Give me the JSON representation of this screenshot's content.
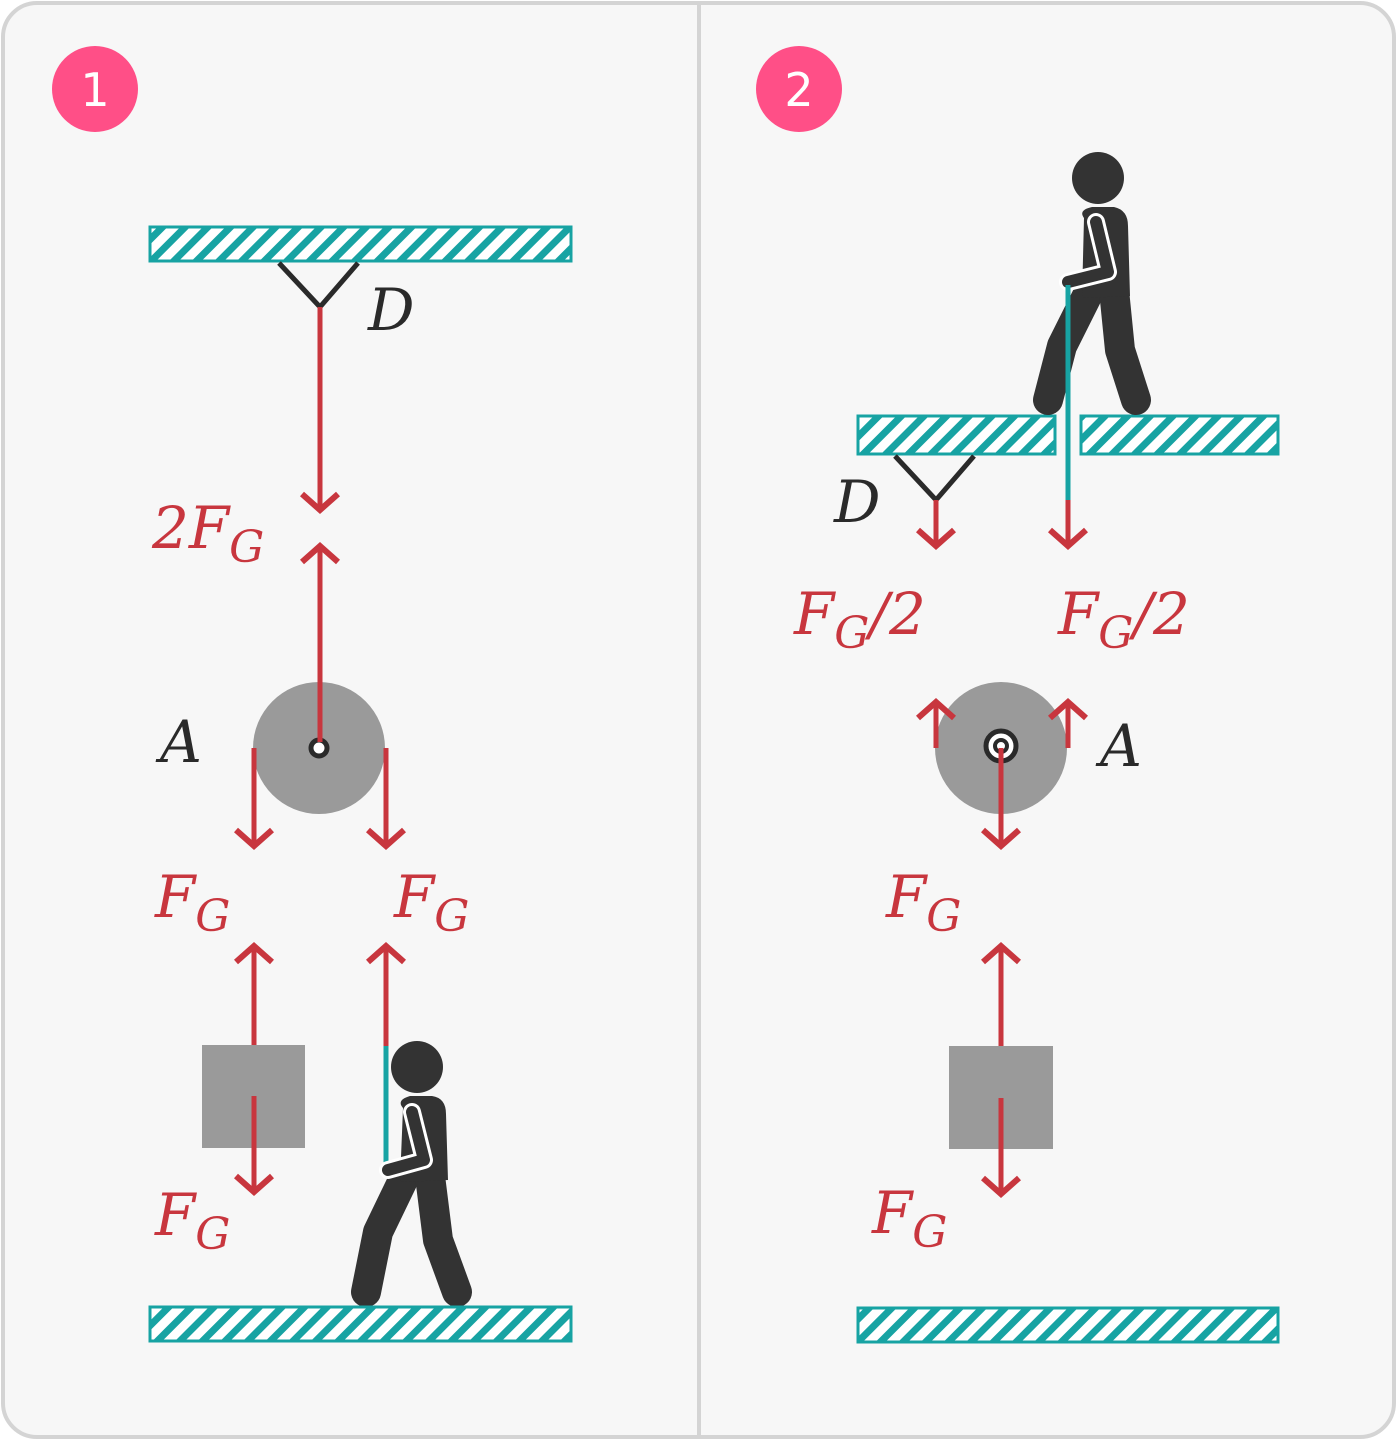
{
  "colors": {
    "background": "#f7f7f7",
    "border": "#d4d4d4",
    "badge": "#ff4f87",
    "force": "#c8363e",
    "teal": "#17a3a3",
    "pulley": "#9a9a9a",
    "person": "#333333",
    "ink": "#2a2a2a"
  },
  "panel1": {
    "badge": "1",
    "label_D": "D",
    "label_A": "A",
    "force_top": {
      "coef": "2",
      "F": "F",
      "sub": "G"
    },
    "force_left": {
      "F": "F",
      "sub": "G"
    },
    "force_right": {
      "F": "F",
      "sub": "G"
    },
    "force_weight": {
      "F": "F",
      "sub": "G"
    }
  },
  "panel2": {
    "badge": "2",
    "label_D": "D",
    "label_A": "A",
    "force_left": {
      "F": "F",
      "sub": "G",
      "tail": "/2"
    },
    "force_right": {
      "F": "F",
      "sub": "G",
      "tail": "/2"
    },
    "force_mid": {
      "F": "F",
      "sub": "G"
    },
    "force_weight": {
      "F": "F",
      "sub": "G"
    }
  }
}
